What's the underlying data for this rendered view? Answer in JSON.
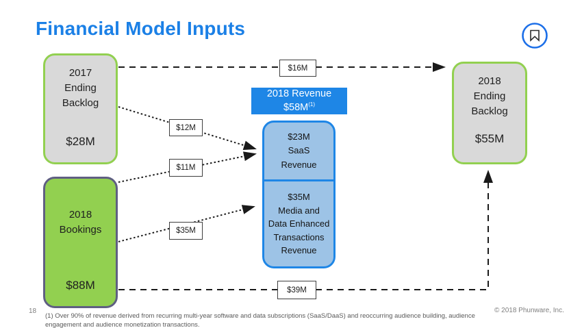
{
  "slide": {
    "title": "Financial Model Inputs",
    "page_number": "18",
    "footnote": "(1) Over 90% of revenue derived from recurring multi-year software and data subscriptions (SaaS/DaaS) and reoccurring audience building, audience engagement and audience monetization transactions.",
    "copyright": "© 2018 Phunware, Inc."
  },
  "boxes": {
    "backlog_2017": {
      "title": "2017\nEnding\nBacklog",
      "value": "$28M"
    },
    "bookings_2018": {
      "title": "2018\nBookings",
      "value": "$88M"
    },
    "revenue_2018": {
      "line1": "2018 Revenue",
      "value": "$58M",
      "footnote_ref": "(1)"
    },
    "saas": {
      "text": "$23M\nSaaS\nRevenue"
    },
    "media": {
      "text": "$35M\nMedia and\nData Enhanced\nTransactions\nRevenue"
    },
    "backlog_2018": {
      "title": "2018\nEnding\nBacklog",
      "value": "$55M"
    }
  },
  "flows": {
    "backlog17_to_backlog18": "$16M",
    "backlog17_to_saas": "$12M",
    "bookings_to_saas": "$11M",
    "bookings_to_media": "$35M",
    "bookings_to_backlog18": "$39M"
  },
  "colors": {
    "title_blue": "#1b80e6",
    "revenue_blue": "#1e86e6",
    "light_blue_fill": "#9dc3e6",
    "green": "#92d050",
    "gray_fill": "#d9d9d9",
    "bookings_border": "#5f5f82",
    "arrow_black": "#1a1a1a"
  }
}
